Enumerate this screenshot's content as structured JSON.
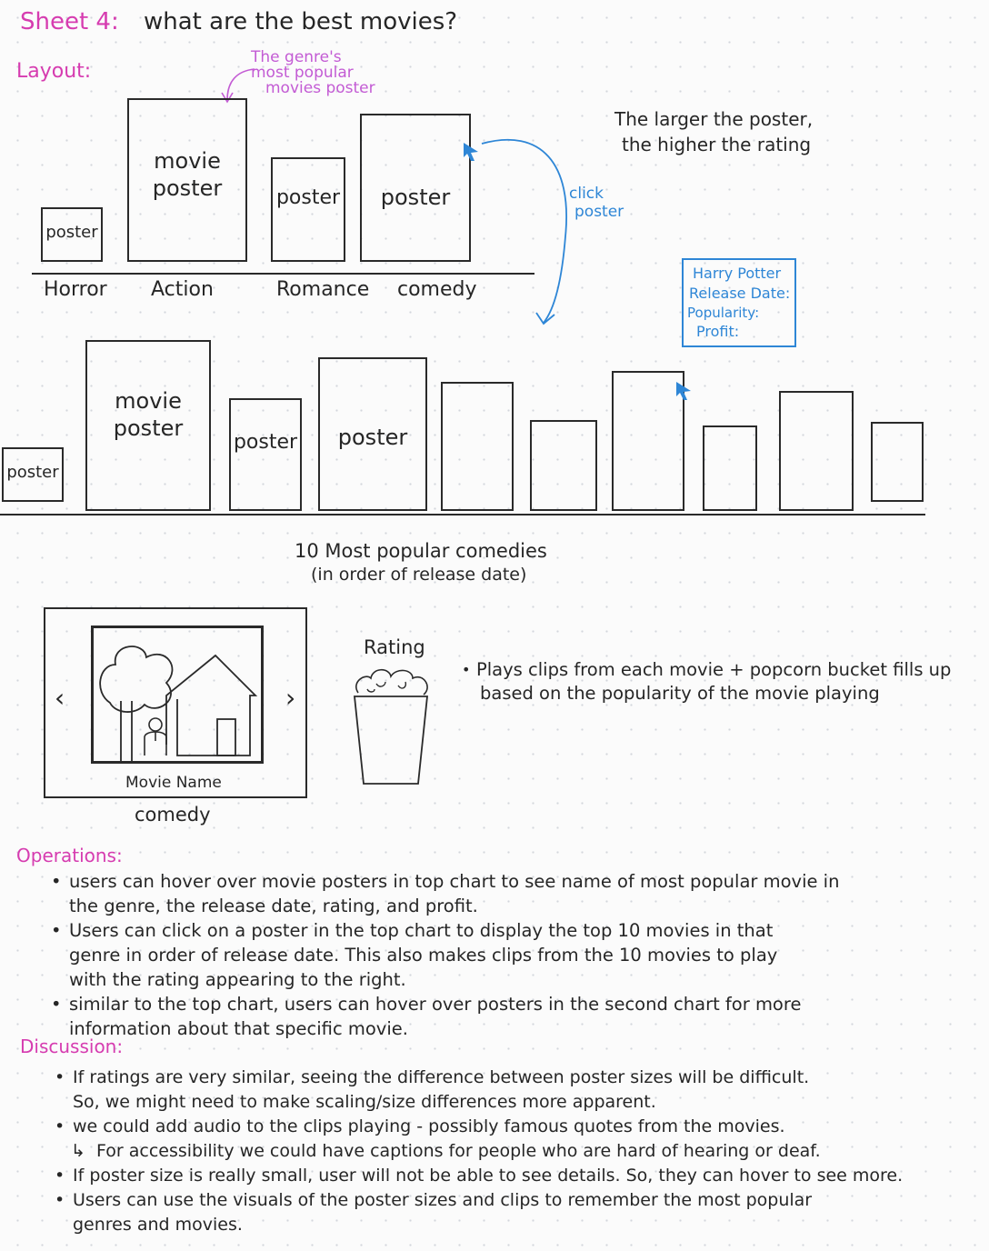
{
  "header": {
    "sheet": "Sheet 4:",
    "question": "what are the best movies?"
  },
  "layout_label": "Layout:",
  "annotation_top": [
    "The genre's",
    "most popular",
    "movies poster"
  ],
  "chart1": {
    "posters": [
      "poster",
      "movie poster",
      "poster",
      "poster"
    ],
    "genres": [
      "Horror",
      "Action",
      "Romance",
      "comedy"
    ]
  },
  "note_rating": [
    "The larger the poster,",
    "the higher the rating"
  ],
  "click_note": [
    "click",
    "poster"
  ],
  "tooltip": [
    "Harry Potter",
    "Release Date:",
    "Popularity:",
    "Profit:"
  ],
  "chart2": {
    "posters": [
      "poster",
      "movie poster",
      "poster",
      "poster"
    ],
    "caption": [
      "10 Most popular comedies",
      "(in order of release date)"
    ]
  },
  "player": {
    "prev": "‹",
    "next": "›",
    "movie_name": "Movie Name",
    "genre": "comedy"
  },
  "rating_label": "Rating",
  "clip_note": [
    "Plays clips from each movie + popcorn bucket fills up",
    "based on the popularity of the movie playing"
  ],
  "operations": {
    "title": "Operations:",
    "lines": [
      "users can hover over movie posters in top chart to see name of most popular  movie in",
      "the genre, the release date, rating, and profit.",
      "Users can click on a poster in the top chart to display the top 10 movies in that",
      "genre in order of release date. This also makes clips from the 10 movies to play",
      "with the rating appearing to the right.",
      "similar to the top chart, users can hover over posters in the second chart for more",
      "information about that specific movie."
    ]
  },
  "discussion": {
    "title": "Discussion:",
    "lines": [
      "If ratings are very similar, seeing the difference between poster sizes will be difficult.",
      "So, we might need to make scaling/size differences more apparent.",
      "we could add audio to the clips playing - possibly famous quotes from the movies.",
      "For accessibility we could have captions for people who are hard of hearing or deaf.",
      "If poster size is really small, user will not be able to see details. So, they can hover to see more.",
      "Users can use the visuals of the poster sizes and clips to remember the most popular",
      "genres and movies."
    ]
  },
  "colors": {
    "pink": "#d63cb0",
    "violet": "#c35bd4",
    "blue": "#2e86d6",
    "ink": "#262626"
  }
}
